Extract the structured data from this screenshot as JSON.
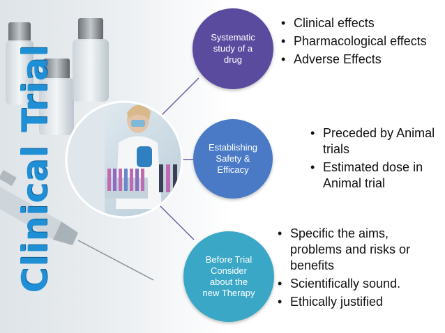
{
  "title": "Clinical Trial",
  "colors": {
    "title": "#1f8fd6",
    "node1": "#5b4b9f",
    "node2": "#4a7ac6",
    "node3": "#3aa7c6",
    "connector": "#6a5aa8"
  },
  "nodes": [
    {
      "label": "Systematic\nstudy  of a\ndrug",
      "bullets": [
        "Clinical effects",
        "Pharmacological effects",
        "Adverse Effects"
      ]
    },
    {
      "label": "Establishing\nSafety &\nEfficacy",
      "bullets": [
        "Preceded by Animal trials",
        "Estimated dose in Animal trial"
      ]
    },
    {
      "label": "Before Trial\nConsider\nabout the\nnew Therapy",
      "bullets": [
        "Specific the aims, problems and risks or benefits",
        "Scientifically sound.",
        "Ethically justified"
      ]
    }
  ]
}
